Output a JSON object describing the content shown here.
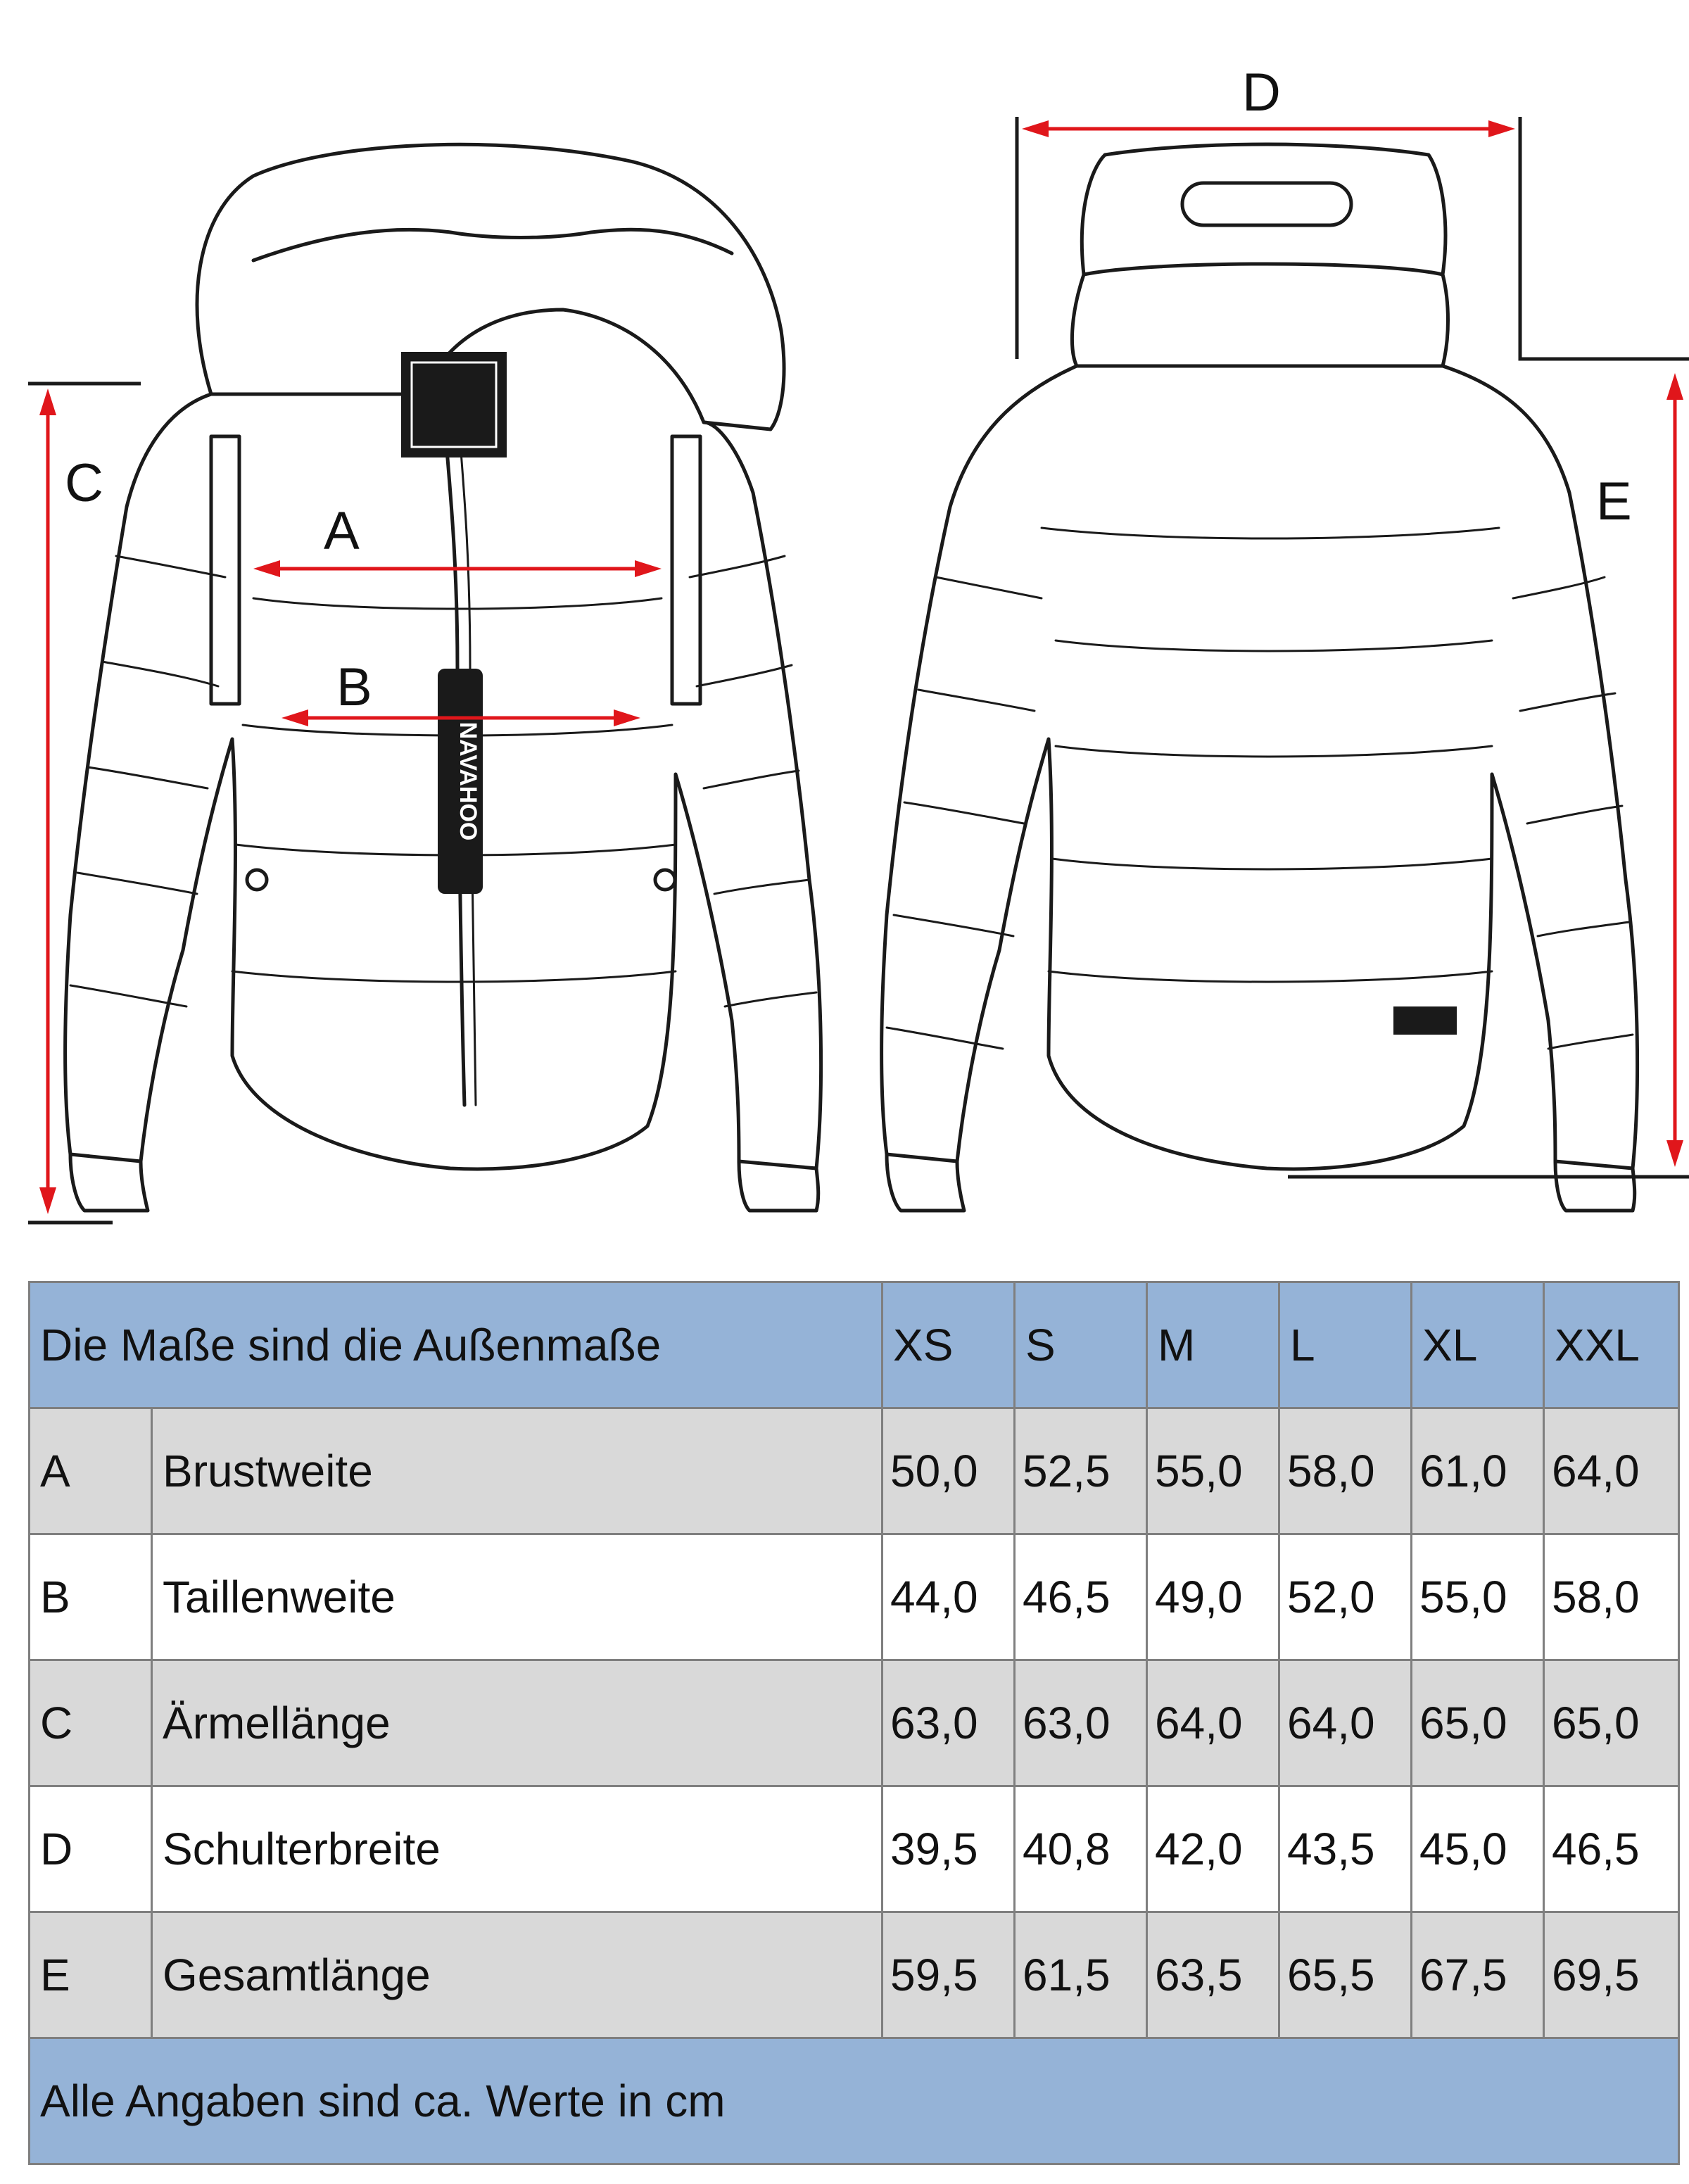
{
  "diagram": {
    "labels": {
      "a": "A",
      "b": "B",
      "c": "C",
      "d": "D",
      "e": "E"
    },
    "brand_text": "NAVAHOO",
    "colors": {
      "measure_line": "#e0161b",
      "outline": "#1a1a1a"
    }
  },
  "table": {
    "header_label": "Die Maße sind die Außenmaße",
    "sizes": [
      "XS",
      "S",
      "M",
      "L",
      "XL",
      "XXL"
    ],
    "rows": [
      {
        "code": "A",
        "name": "Brustweite",
        "values": [
          "50,0",
          "52,5",
          "55,0",
          "58,0",
          "61,0",
          "64,0"
        ]
      },
      {
        "code": "B",
        "name": "Taillenweite",
        "values": [
          "44,0",
          "46,5",
          "49,0",
          "52,0",
          "55,0",
          "58,0"
        ]
      },
      {
        "code": "C",
        "name": "Ärmellänge",
        "values": [
          "63,0",
          "63,0",
          "64,0",
          "64,0",
          "65,0",
          "65,0"
        ]
      },
      {
        "code": "D",
        "name": "Schulterbreite",
        "values": [
          "39,5",
          "40,8",
          "42,0",
          "43,5",
          "45,0",
          "46,5"
        ]
      },
      {
        "code": "E",
        "name": "Gesamtlänge",
        "values": [
          "59,5",
          "61,5",
          "63,5",
          "65,5",
          "67,5",
          "69,5"
        ]
      }
    ],
    "footer": "Alle Angaben sind ca. Werte in cm",
    "colors": {
      "header_bg": "#95b3d7",
      "shade_bg": "#d9d9d9",
      "plain_bg": "#ffffff",
      "grid": "#7f7f7f"
    }
  }
}
